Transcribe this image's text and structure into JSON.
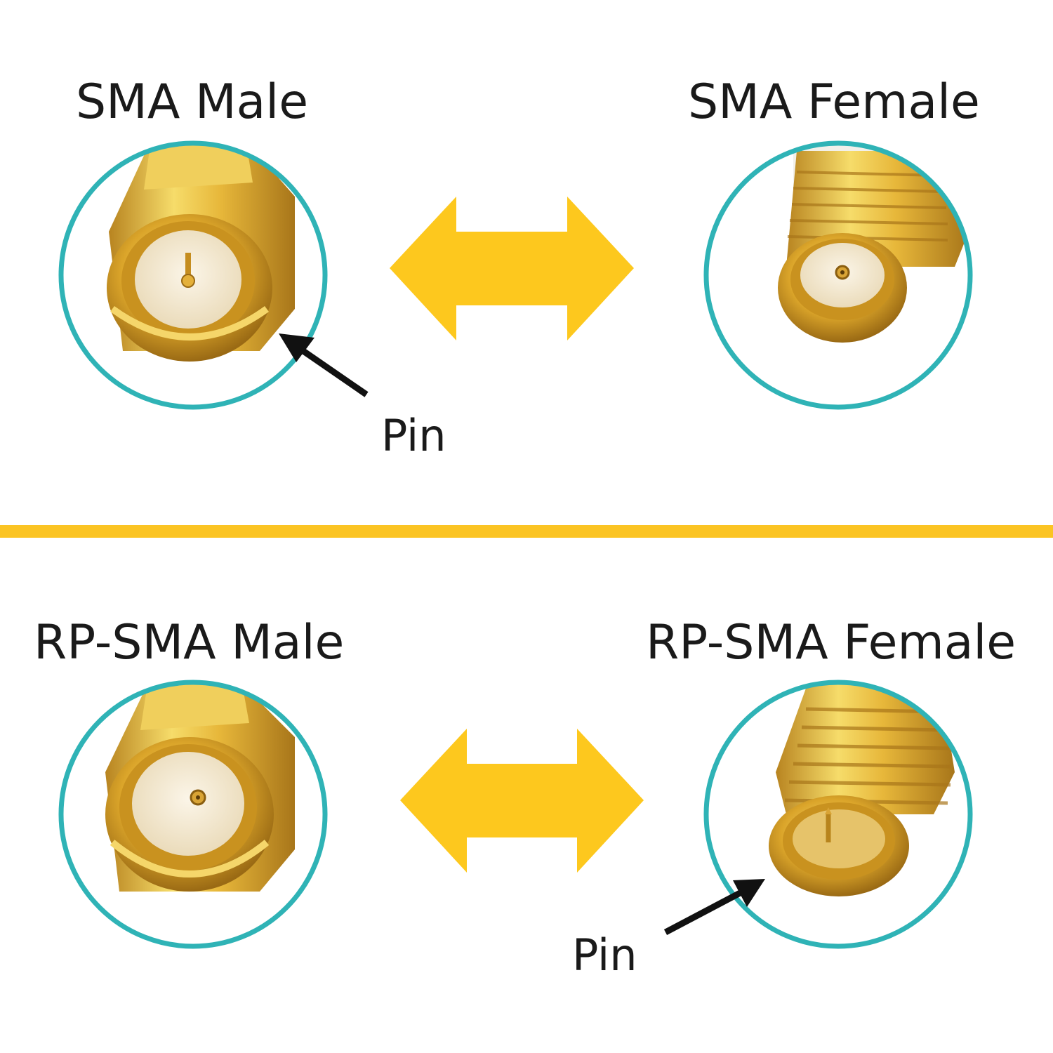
{
  "colors": {
    "circle": "#2fb3b6",
    "arrow": "#fdc81e",
    "divider": "#fbc423",
    "gold_light": "#f6dc6a",
    "gold_mid": "#e0ad2c",
    "gold_dark": "#a8761a",
    "insulator": "#f5ecd9",
    "text": "#1a1a1a"
  },
  "sections": {
    "sma": {
      "male_title": "SMA Male",
      "female_title": "SMA Female",
      "pin_label": "Pin"
    },
    "rp_sma": {
      "male_title": "RP-SMA Male",
      "female_title": "RP-SMA Female",
      "pin_label": "Pin"
    }
  },
  "icons": [
    "double-arrow-icon",
    "pointer-arrow-icon"
  ]
}
